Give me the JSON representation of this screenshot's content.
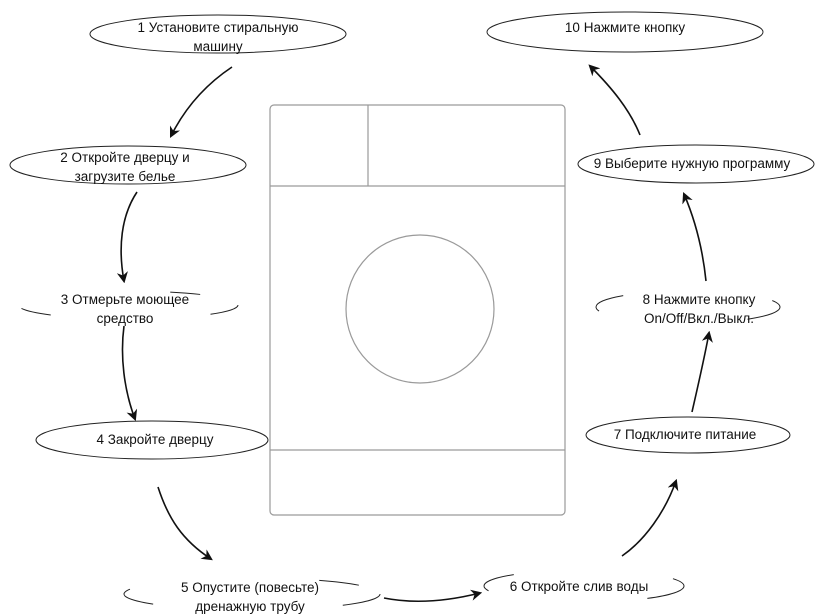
{
  "steps": [
    {
      "n": 1,
      "lines": [
        "1 Установите стиральную",
        "машину"
      ]
    },
    {
      "n": 2,
      "lines": [
        "2 Откройте дверцу и",
        "загрузите белье"
      ]
    },
    {
      "n": 3,
      "lines": [
        "3 Отмерьте моющее",
        "средство"
      ]
    },
    {
      "n": 4,
      "lines": [
        "4 Закройте дверцу"
      ]
    },
    {
      "n": 5,
      "lines": [
        "5 Опустите (повесьте)",
        "дренажную трубу"
      ]
    },
    {
      "n": 6,
      "lines": [
        "6 Откройте слив воды"
      ]
    },
    {
      "n": 7,
      "lines": [
        "7 Подключите питание"
      ]
    },
    {
      "n": 8,
      "lines": [
        "8 Нажмите кнопку",
        "On/Off/Вкл./Выкл."
      ]
    },
    {
      "n": 9,
      "lines": [
        "9 Выберите нужную программу"
      ]
    },
    {
      "n": 10,
      "lines": [
        "10 Нажмите кнопку"
      ]
    }
  ],
  "colors": {
    "stroke": "#222222",
    "machine": "#9a9a9a"
  }
}
